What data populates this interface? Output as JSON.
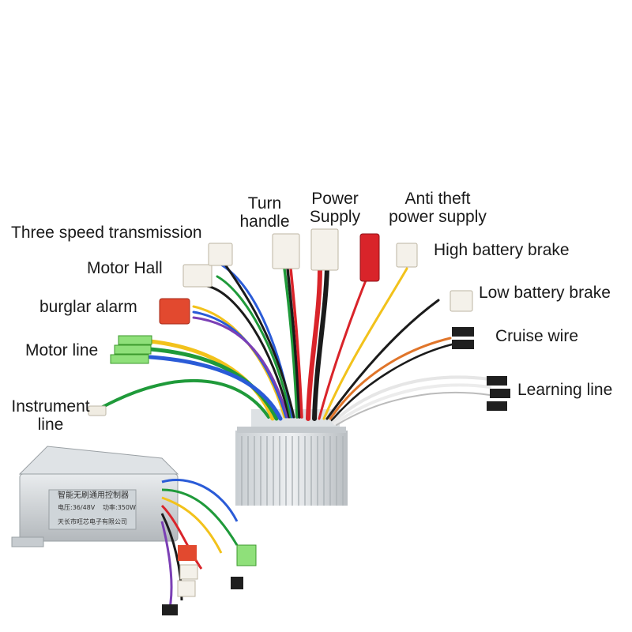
{
  "labels": {
    "turn_handle": "Turn handle",
    "power_supply": "Power Supply",
    "anti_theft": "Anti theft power supply",
    "three_speed": "Three speed transmission",
    "high_brake": "High battery brake",
    "motor_hall": "Motor Hall",
    "low_brake": "Low battery brake",
    "burglar_alarm": "burglar alarm",
    "cruise_wire": "Cruise wire",
    "motor_line": "Motor line",
    "learning_line": "Learning line",
    "instrument_line": "Instrument line"
  },
  "product_label": {
    "title": "智能无刷通用控制器",
    "voltage": "电压:36/48V",
    "power": "功率:350W",
    "maker": "天长市旺芯电子有限公司"
  },
  "colors": {
    "red": "#d9242a",
    "black": "#1b1b1b",
    "yellow": "#f2c21b",
    "blue": "#2a5bd7",
    "green": "#1f9a3a",
    "white": "#f2f2f2",
    "orange": "#e0752a",
    "purple": "#7b3fb5",
    "aluminium": "#d7dbde"
  }
}
